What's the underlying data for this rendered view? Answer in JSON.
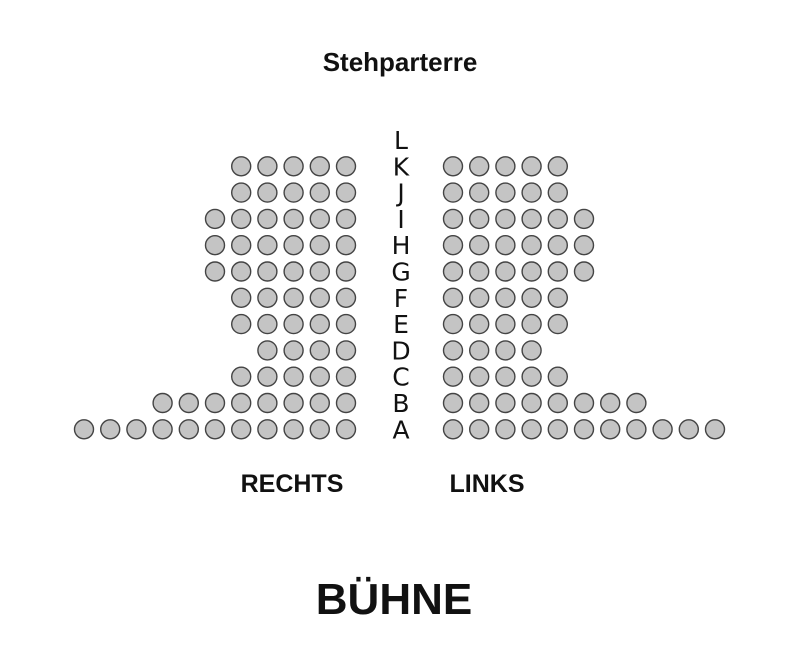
{
  "header": {
    "title": "Stehparterre"
  },
  "rows": [
    {
      "label": "L",
      "left_seats": 0,
      "right_seats": 0
    },
    {
      "label": "K",
      "left_seats": 5,
      "right_seats": 5
    },
    {
      "label": "J",
      "left_seats": 5,
      "right_seats": 5
    },
    {
      "label": "I",
      "left_seats": 6,
      "right_seats": 6
    },
    {
      "label": "H",
      "left_seats": 6,
      "right_seats": 6
    },
    {
      "label": "G",
      "left_seats": 6,
      "right_seats": 6
    },
    {
      "label": "F",
      "left_seats": 5,
      "right_seats": 5
    },
    {
      "label": "E",
      "left_seats": 5,
      "right_seats": 5
    },
    {
      "label": "D",
      "left_seats": 4,
      "right_seats": 4
    },
    {
      "label": "C",
      "left_seats": 5,
      "right_seats": 5
    },
    {
      "label": "B",
      "left_seats": 8,
      "right_seats": 8
    },
    {
      "label": "A",
      "left_seats": 11,
      "right_seats": 11
    }
  ],
  "sections": {
    "left_label": "RECHTS",
    "right_label": "LINKS"
  },
  "stage": {
    "label": "BÜHNE"
  },
  "colors": {
    "seat_fill": "#c4c4c4",
    "seat_stroke": "#444444",
    "text": "#111111"
  }
}
